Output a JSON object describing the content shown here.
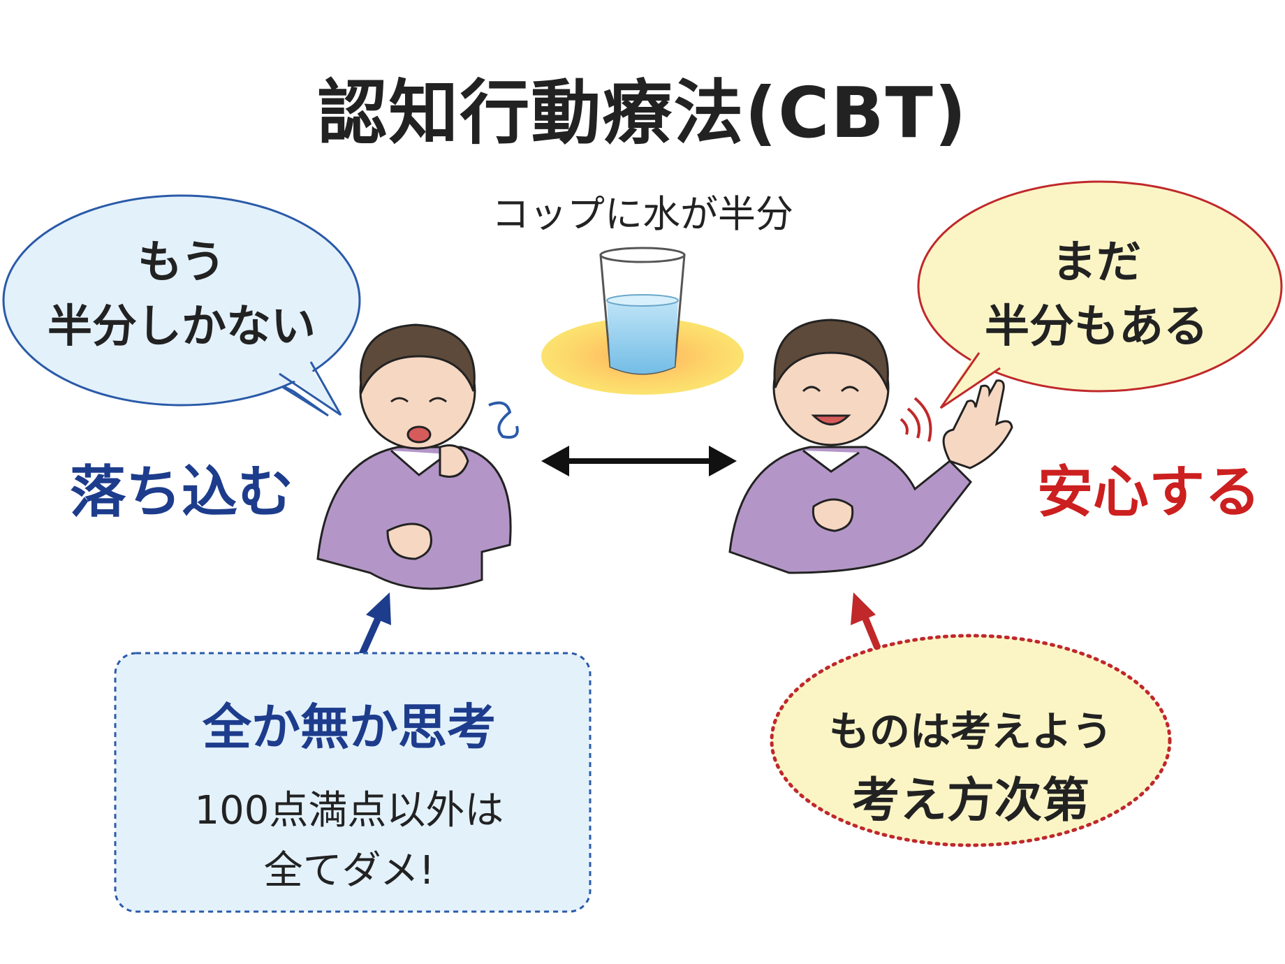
{
  "title": "認知行動療法(CBT)",
  "scenario": "コップに水が半分",
  "left": {
    "bubble": {
      "line1": "もう",
      "line2": "半分しかない"
    },
    "emotion": "落ち込む",
    "box": {
      "heading": "全か無か思考",
      "desc_line1": "100点満点以外は",
      "desc_line2": "全てダメ!"
    }
  },
  "right": {
    "bubble": {
      "line1": "まだ",
      "line2": "半分もある"
    },
    "emotion": "安心する",
    "ellipse": {
      "line1": "ものは考えよう",
      "line2": "考え方次第"
    }
  },
  "colors": {
    "negative": "#1d3c8c",
    "positive": "#cc1f1f",
    "left_bubble_fill": "#e3f1fb",
    "right_bubble_fill": "#fbf5c6",
    "sweater": "#b396c7",
    "hair": "#5e4a3a"
  }
}
